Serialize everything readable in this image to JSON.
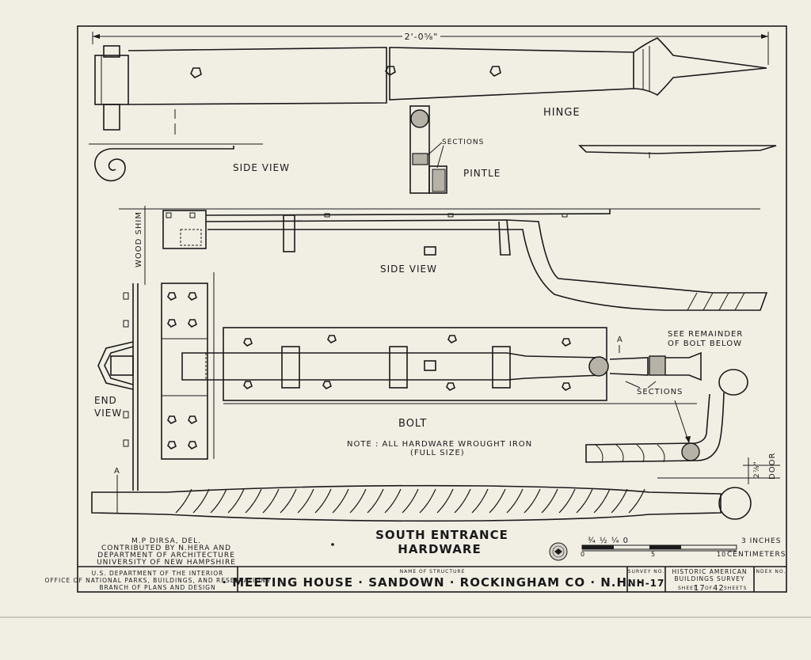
{
  "drawing": {
    "dimension_top": "2'-0⅝\"",
    "labels": {
      "hinge": "HINGE",
      "side_view_1": "SIDE VIEW",
      "sections_1": "SECTIONS",
      "pintle": "PINTLE",
      "wood_shim": "WOOD SHIM",
      "side_view_2": "SIDE VIEW",
      "end_view_1": "END",
      "end_view_2": "VIEW",
      "see_remainder_1": "SEE REMAINDER",
      "see_remainder_2": "OF BOLT BELOW",
      "marker_a_top": "A",
      "sections_2": "SECTIONS",
      "bolt": "BOLT",
      "note_1": "NOTE : ALL HARDWARE WROUGHT IRON",
      "note_2": "(FULL SIZE)",
      "door": "DOOR",
      "door_dim": "2⅞\"",
      "marker_a_bottom": "A",
      "title_1": "SOUTH ENTRANCE",
      "title_2": "HARDWARE"
    },
    "credits": [
      "M.P DIRSA, DEL.",
      "CONTRIBUTED BY N.HERA AND",
      "DEPARTMENT OF ARCHITECTURE",
      "UNIVERSITY OF NEW HAMPSHIRE"
    ],
    "scale": {
      "top_fractions": "¾ ½ ¼ 0",
      "top_end": "3 INCHES",
      "bottom_ticks": [
        "0",
        "5",
        "10"
      ],
      "bottom_end": "CENTIMETERS"
    }
  },
  "title_block": {
    "agency": [
      "U.S. DEPARTMENT OF THE INTERIOR",
      "OFFICE OF NATIONAL PARKS, BUILDINGS, AND RESERVATIONS",
      "BRANCH OF PLANS AND DESIGN"
    ],
    "structure_caption": "NAME OF STRUCTURE",
    "structure_name": "· MEETING HOUSE · SANDOWN · ROCKINGHAM CO · N.H. ·",
    "survey_caption": "SURVEY NO.",
    "survey_no": "NH-17",
    "habs_1": "HISTORIC AMERICAN",
    "habs_2": "BUILDINGS SURVEY",
    "sheet_word": "SHEET",
    "sheet_no": "17",
    "of_word": "OF",
    "sheet_total": "42",
    "sheets_word": "SHEETS",
    "index_caption": "INDEX NO."
  }
}
